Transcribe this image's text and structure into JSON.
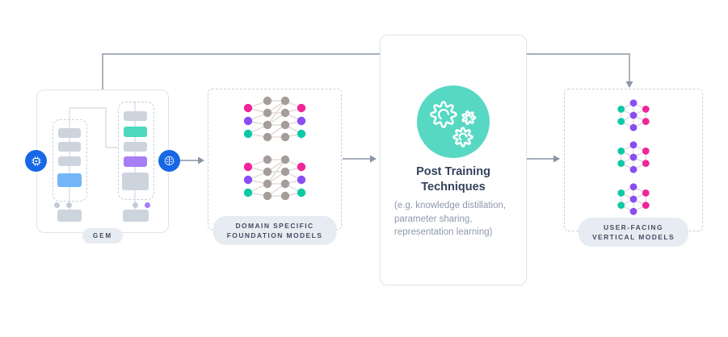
{
  "diagram": {
    "gem": {
      "label": "GEM"
    },
    "domain": {
      "label_line1": "DOMAIN SPECIFIC",
      "label_line2": "FOUNDATION MODELS"
    },
    "post_training": {
      "title_line1": "Post Training",
      "title_line2": "Techniques",
      "subtitle_line1": "(e.g. knowledge distillation,",
      "subtitle_line2": "parameter sharing,",
      "subtitle_line3": "representation learning)"
    },
    "user_facing": {
      "label_line1": "USER-FACING",
      "label_line2": "VERTICAL MODELS"
    }
  },
  "icons": {
    "gem_left": "chip-icon",
    "gem_right": "brain-icon",
    "post_training": "gears-icon"
  },
  "colors": {
    "accent_blue": "#1768E4",
    "block_gray": "#CDD4DD",
    "block_blue": "#74B7F8",
    "block_teal": "#4CD9BE",
    "block_purple": "#A77EF4",
    "node_gray": "#A59D99",
    "node_magenta": "#F0259A",
    "node_purple": "#8A4DF2",
    "node_teal": "#0EC9A6",
    "teal_circle": "#57D8C3",
    "line": "#8A94A6",
    "pill_bg": "#E7ECF2",
    "pill_text": "#414E63",
    "title_text": "#33415B",
    "subtitle_text": "#8E99AB"
  }
}
